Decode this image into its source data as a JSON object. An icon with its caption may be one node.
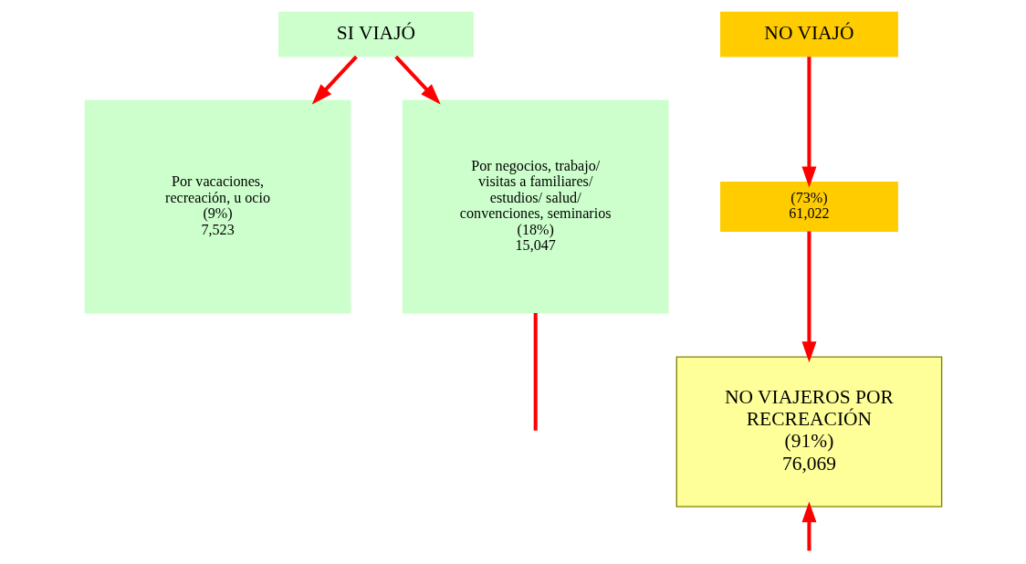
{
  "diagram": {
    "nodes": [
      {
        "text": [
          "SI VIAJÓ"
        ]
      },
      {
        "text": [
          "Por vacaciones, recreación, u ocio",
          "(9%)",
          "7,523"
        ]
      },
      {
        "text": [
          "Por negocios, trabajo/ visitas a familiares/ estudios/ salud/ convenciones, seminarios",
          "(18%)",
          "15,047"
        ]
      },
      {
        "text": [
          "NO VIAJÓ"
        ]
      },
      {
        "text": [
          "(73%)",
          "61,022"
        ]
      },
      {
        "text": [
          "NO VIAJEROS POR RECREACIÓN",
          "(91%)",
          "76,069"
        ]
      }
    ],
    "edges": [
      {
        "from": 0,
        "to": 1,
        "arrow": "to"
      },
      {
        "from": 0,
        "to": 2,
        "arrow": "to"
      },
      {
        "from": 3,
        "to": 4,
        "arrow": "to"
      },
      {
        "from": 4,
        "to": 5,
        "arrow": "to"
      },
      {
        "from": 2,
        "to": null,
        "arrow": "none"
      },
      {
        "from": null,
        "to": 5,
        "arrow": "to"
      }
    ]
  }
}
